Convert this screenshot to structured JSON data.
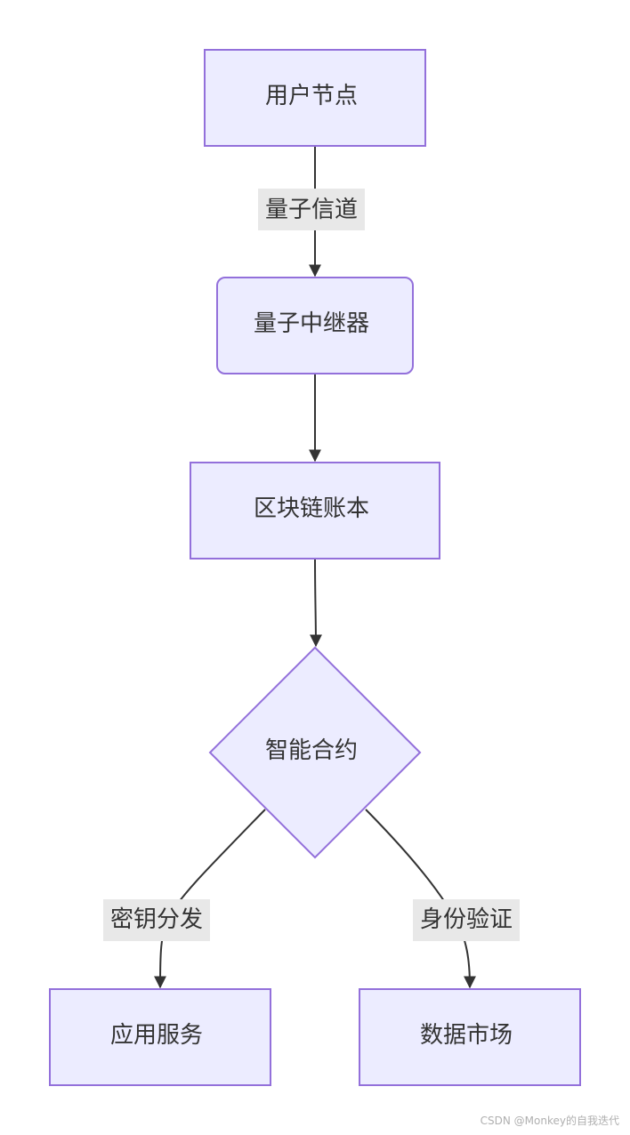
{
  "diagram": {
    "nodes": {
      "user_node": "用户节点",
      "quantum_relay": "量子中继器",
      "blockchain_ledger": "区块链账本",
      "smart_contract": "智能合约",
      "app_service": "应用服务",
      "data_market": "数据市场"
    },
    "edges": {
      "quantum_channel": "量子信道",
      "key_distribution": "密钥分发",
      "identity_verification": "身份验证"
    },
    "colors": {
      "node_fill": "#ECECFF",
      "node_stroke": "#9370DB",
      "edge": "#333333",
      "edge_label_bg": "#E8E8E8",
      "text": "#333333"
    }
  },
  "watermark": "CSDN @Monkey的自我迭代"
}
